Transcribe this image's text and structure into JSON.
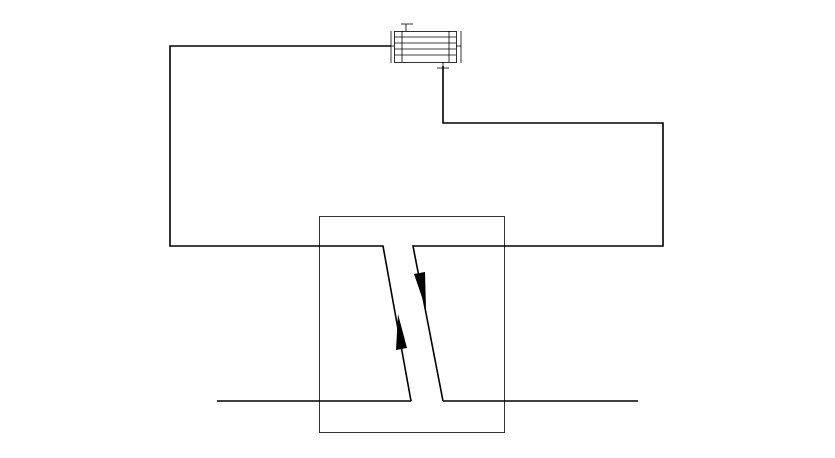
{
  "diagram": {
    "stroke_color": "#000000",
    "background_color": "#ffffff",
    "components": [
      "heat-exchanger",
      "enclosure-box",
      "pipe-loop",
      "flow-arrow-up",
      "flow-arrow-down"
    ]
  }
}
